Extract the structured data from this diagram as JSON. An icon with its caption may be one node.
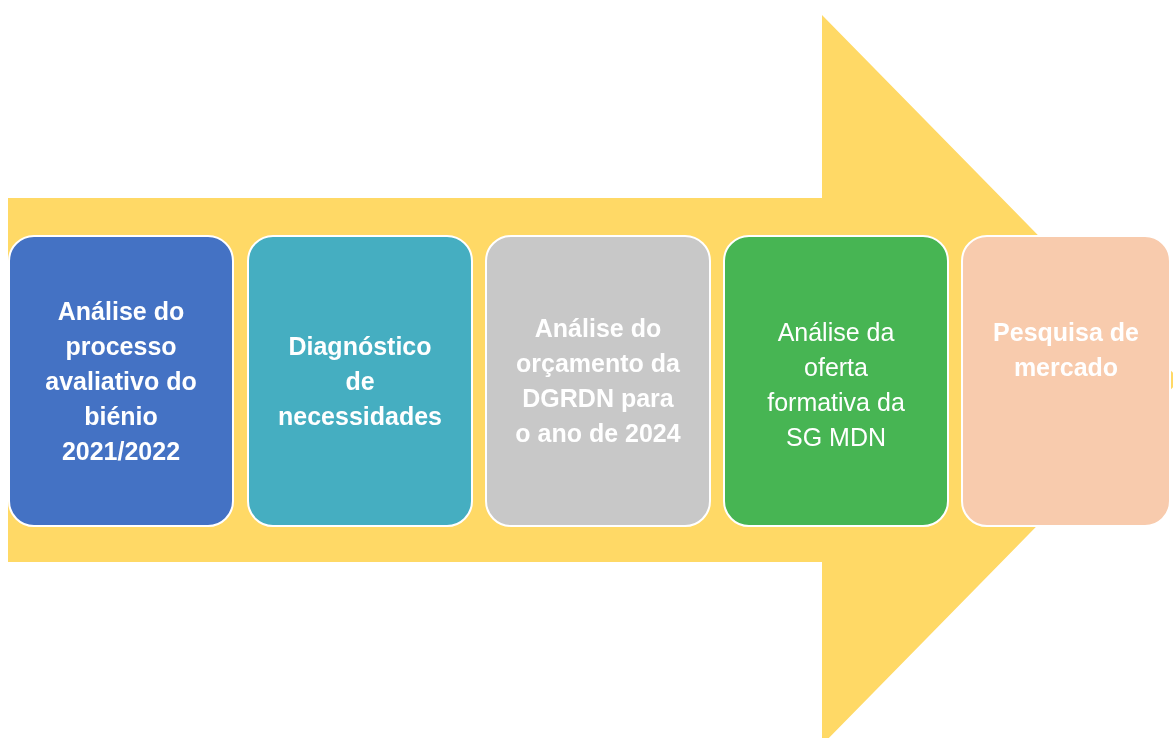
{
  "diagram": {
    "nodes": [
      {
        "text": [
          "Análise do processo avaliativo do biénio 2021/2022"
        ]
      },
      {
        "text": [
          "Diagnóstico de necessidades"
        ]
      },
      {
        "text": [
          "Análise do orçamento da DGRDN para o ano de 2024"
        ]
      },
      {
        "text": [
          "Análise da oferta formativa da SG MDN"
        ]
      },
      {
        "text": [
          "Pesquisa de mercado"
        ]
      }
    ],
    "edges": [
      {
        "from": 0,
        "to": 4,
        "arrow": "to"
      }
    ]
  }
}
